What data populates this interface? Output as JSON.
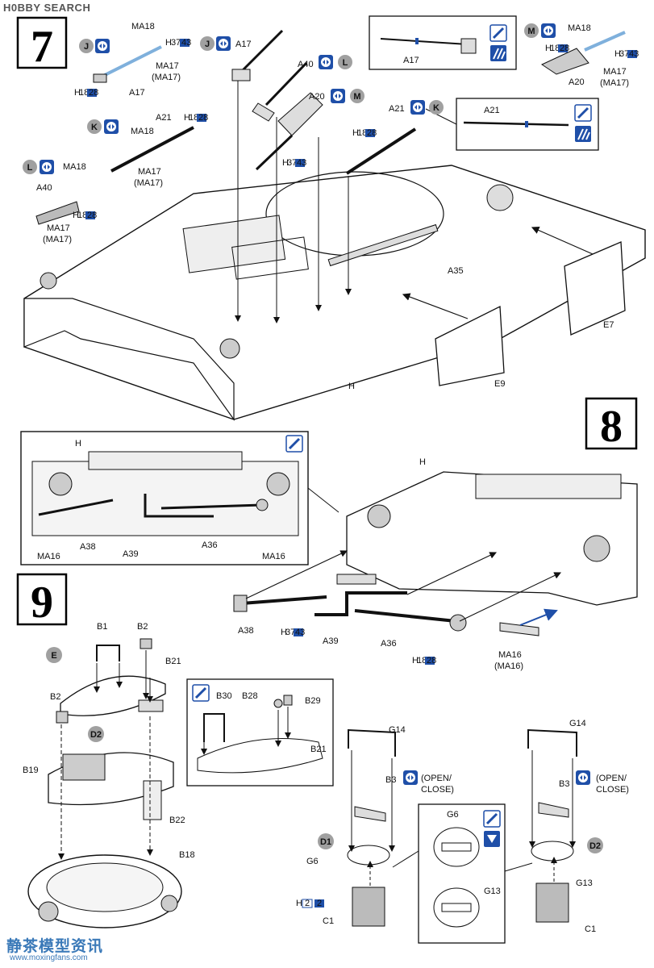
{
  "watermark_top": "H0BBY SEARCH",
  "watermark_bottom": "静茶模型资讯",
  "watermark_url": "www.moxingfans.com",
  "steps": {
    "s7": "7",
    "s8": "8",
    "s9": "9"
  },
  "markers": {
    "J": "J",
    "K": "K",
    "L": "L",
    "M": "M",
    "E": "E",
    "D1": "D1",
    "D2": "D2"
  },
  "labels": {
    "ma18_j": "MA18",
    "ma17_j": "MA17",
    "ma17_j_paren": "(MA17)",
    "a17_j": "A17",
    "a17_main": "A17",
    "a17_inset": "A17",
    "ma18_m": "MA18",
    "a20_m": "A20",
    "ma17_m": "MA17",
    "ma17_m_paren": "(MA17)",
    "a40": "A40",
    "a20": "A20",
    "a21": "A21",
    "a21_inset": "A21",
    "a21_k": "A21",
    "ma18_k": "MA18",
    "ma17_k": "MA17",
    "ma17_k_paren": "(MA17)",
    "ma18_l": "MA18",
    "a40_l": "A40",
    "ma17_l": "MA17",
    "ma17_l_paren": "(MA17)",
    "a35": "A35",
    "e7": "E7",
    "e9": "E9",
    "h7": "H",
    "h8_inset": "H",
    "h8": "H",
    "a38_inset": "A38",
    "a39_inset": "A39",
    "a36_inset": "A36",
    "ma16_inset_l": "MA16",
    "ma16_inset_r": "MA16",
    "a38": "A38",
    "a39": "A39",
    "a36": "A36",
    "ma16": "MA16",
    "ma16_paren": "(MA16)",
    "b1": "B1",
    "b2_top": "B2",
    "b21": "B21",
    "b2": "B2",
    "b19": "B19",
    "b22": "B22",
    "b18": "B18",
    "b30": "B30",
    "b28": "B28",
    "b29": "B29",
    "b21_inset": "B21",
    "g14_l": "G14",
    "b3_l": "B3",
    "open_l": "(OPEN/",
    "close_l": "CLOSE)",
    "g6_l": "G6",
    "c1_l": "C1",
    "g6_inset": "G6",
    "g13_inset": "G13",
    "g14_r": "G14",
    "b3_r": "B3",
    "open_r": "(OPEN/",
    "close_r": "CLOSE)",
    "g13_r": "G13",
    "c1_r": "C1"
  },
  "paint_codes": {
    "j": [
      "H",
      "37",
      "43"
    ],
    "j2": [
      "H",
      "18",
      "28"
    ],
    "m1": [
      "H",
      "18",
      "28"
    ],
    "m2": [
      "H",
      "37",
      "43"
    ],
    "a20": [
      "H",
      "37",
      "43"
    ],
    "a21": [
      "H",
      "18",
      "28"
    ],
    "k": [
      "H",
      "18",
      "28"
    ],
    "l": [
      "H",
      "18",
      "28"
    ],
    "a39": [
      "H",
      "37",
      "43"
    ],
    "a36": [
      "H",
      "18",
      "28"
    ],
    "c1": [
      "H",
      "2",
      "2"
    ]
  },
  "colors": {
    "accent": "#1f4fa8",
    "marker": "#a0a0a0",
    "ink": "#111111",
    "tint": "#bcd7ef"
  }
}
